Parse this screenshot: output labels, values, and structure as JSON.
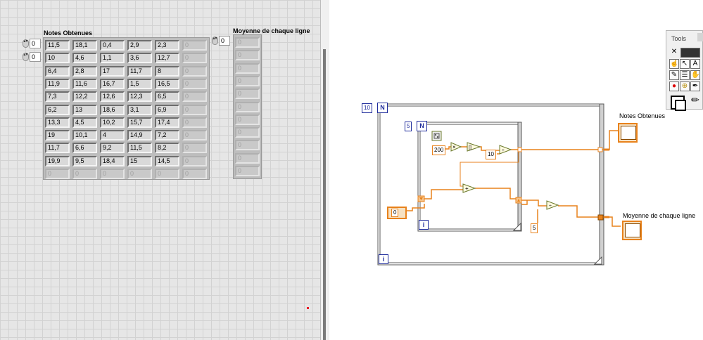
{
  "front_panel": {
    "notes_label": "Notes Obtenues",
    "moyenne_label": "Moyenne de chaque ligne",
    "row_index": "0",
    "col_index": "0",
    "moyenne_index": "0",
    "notes_rows": [
      [
        "11,5",
        "18,1",
        "0,4",
        "2,9",
        "2,3",
        "0"
      ],
      [
        "10",
        "4,6",
        "1,1",
        "3,6",
        "12,7",
        "0"
      ],
      [
        "6,4",
        "2,8",
        "17",
        "11,7",
        "8",
        "0"
      ],
      [
        "11,9",
        "11,6",
        "16,7",
        "1,5",
        "16,5",
        "0"
      ],
      [
        "7,3",
        "12,2",
        "12,6",
        "12,3",
        "6,5",
        "0"
      ],
      [
        "6,2",
        "13",
        "18,6",
        "3,1",
        "6,9",
        "0"
      ],
      [
        "13,3",
        "4,5",
        "10,2",
        "15,7",
        "17,4",
        "0"
      ],
      [
        "19",
        "10,1",
        "4",
        "14,9",
        "7,2",
        "0"
      ],
      [
        "11,7",
        "6,6",
        "9,2",
        "11,5",
        "8,2",
        "0"
      ],
      [
        "19,9",
        "9,5",
        "18,4",
        "15",
        "14,5",
        "0"
      ],
      [
        "0",
        "0",
        "0",
        "0",
        "0",
        "0"
      ]
    ],
    "moyenne_values": [
      "0",
      "0",
      "0",
      "0",
      "0",
      "0",
      "0",
      "0",
      "0",
      "0",
      "0"
    ]
  },
  "tools_palette": {
    "title": "Tools",
    "buttons": [
      "automatic-tool",
      "operate-tool",
      "position-tool",
      "text-tool",
      "wire-tool",
      "shortcut-tool",
      "scroll-tool",
      "breakpoint-tool",
      "probe-tool",
      "color-copy-tool",
      "coloring-tool"
    ]
  },
  "block_diagram": {
    "outer_loop_count": "10",
    "outer_loop_n": "N",
    "inner_loop_count": "5",
    "inner_loop_n": "N",
    "loop_index_label": "i",
    "random_multiplier": "200",
    "divisor_10": "10",
    "divisor_5": "5",
    "shift_init_value": "0",
    "indicator_notes_label": "Notes Obtenues",
    "indicator_moyenne_label": "Moyenne de chaque ligne",
    "colors": {
      "wire_orange": "#e8821c",
      "loop_border": "#1f2c9c",
      "grid_bg": "#e6e6e6"
    }
  }
}
